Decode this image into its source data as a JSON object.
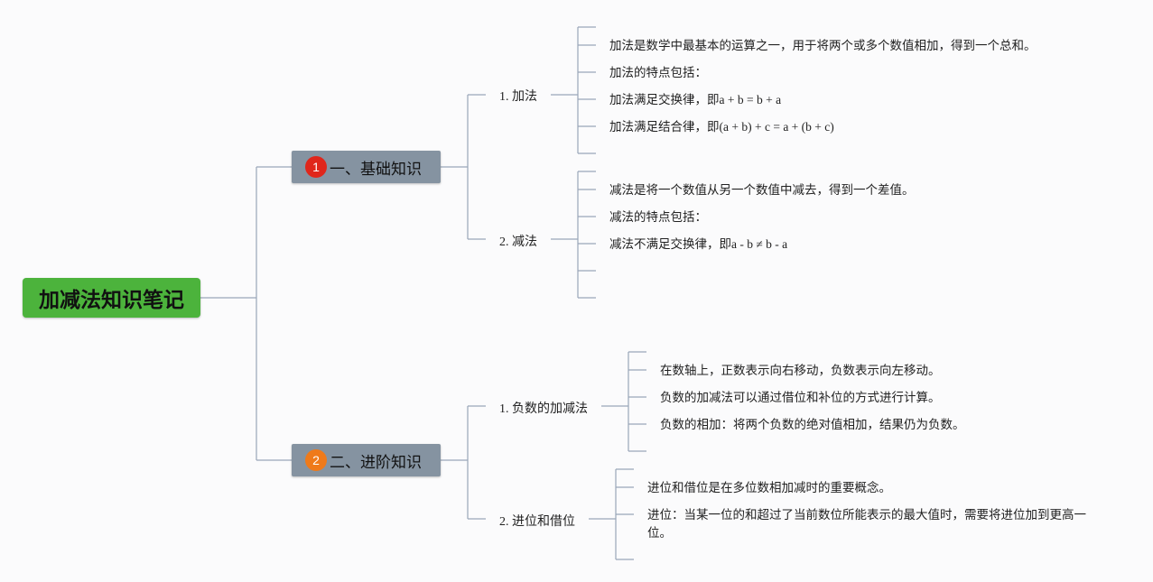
{
  "root": {
    "title": "加减法知识笔记"
  },
  "branches": [
    {
      "badge": "1",
      "badge_color": "#e0261b",
      "label": "一、基础知识",
      "subs": [
        {
          "label": "1. 加法",
          "notes": [
            "加法是数学中最基本的运算之一，用于将两个或多个数值相加，得到一个总和。",
            "加法的特点包括：",
            "加法满足交换律，即a + b = b + a",
            "加法满足结合律，即(a + b) + c = a + (b + c)"
          ]
        },
        {
          "label": "2. 减法",
          "notes": [
            "减法是将一个数值从另一个数值中减去，得到一个差值。",
            "减法的特点包括：",
            "减法不满足交换律，即a - b ≠ b - a"
          ]
        }
      ]
    },
    {
      "badge": "2",
      "badge_color": "#ef7a1a",
      "label": "二、进阶知识",
      "subs": [
        {
          "label": "1. 负数的加减法",
          "notes": [
            "在数轴上，正数表示向右移动，负数表示向左移动。",
            "负数的加减法可以通过借位和补位的方式进行计算。",
            "负数的相加：将两个负数的绝对值相加，结果仍为负数。"
          ]
        },
        {
          "label": "2. 进位和借位",
          "notes": [
            "进位和借位是在多位数相加减时的重要概念。",
            "进位：当某一位的和超过了当前数位所能表示的最大值时，需要将进位加到更高一位。"
          ]
        }
      ]
    }
  ]
}
